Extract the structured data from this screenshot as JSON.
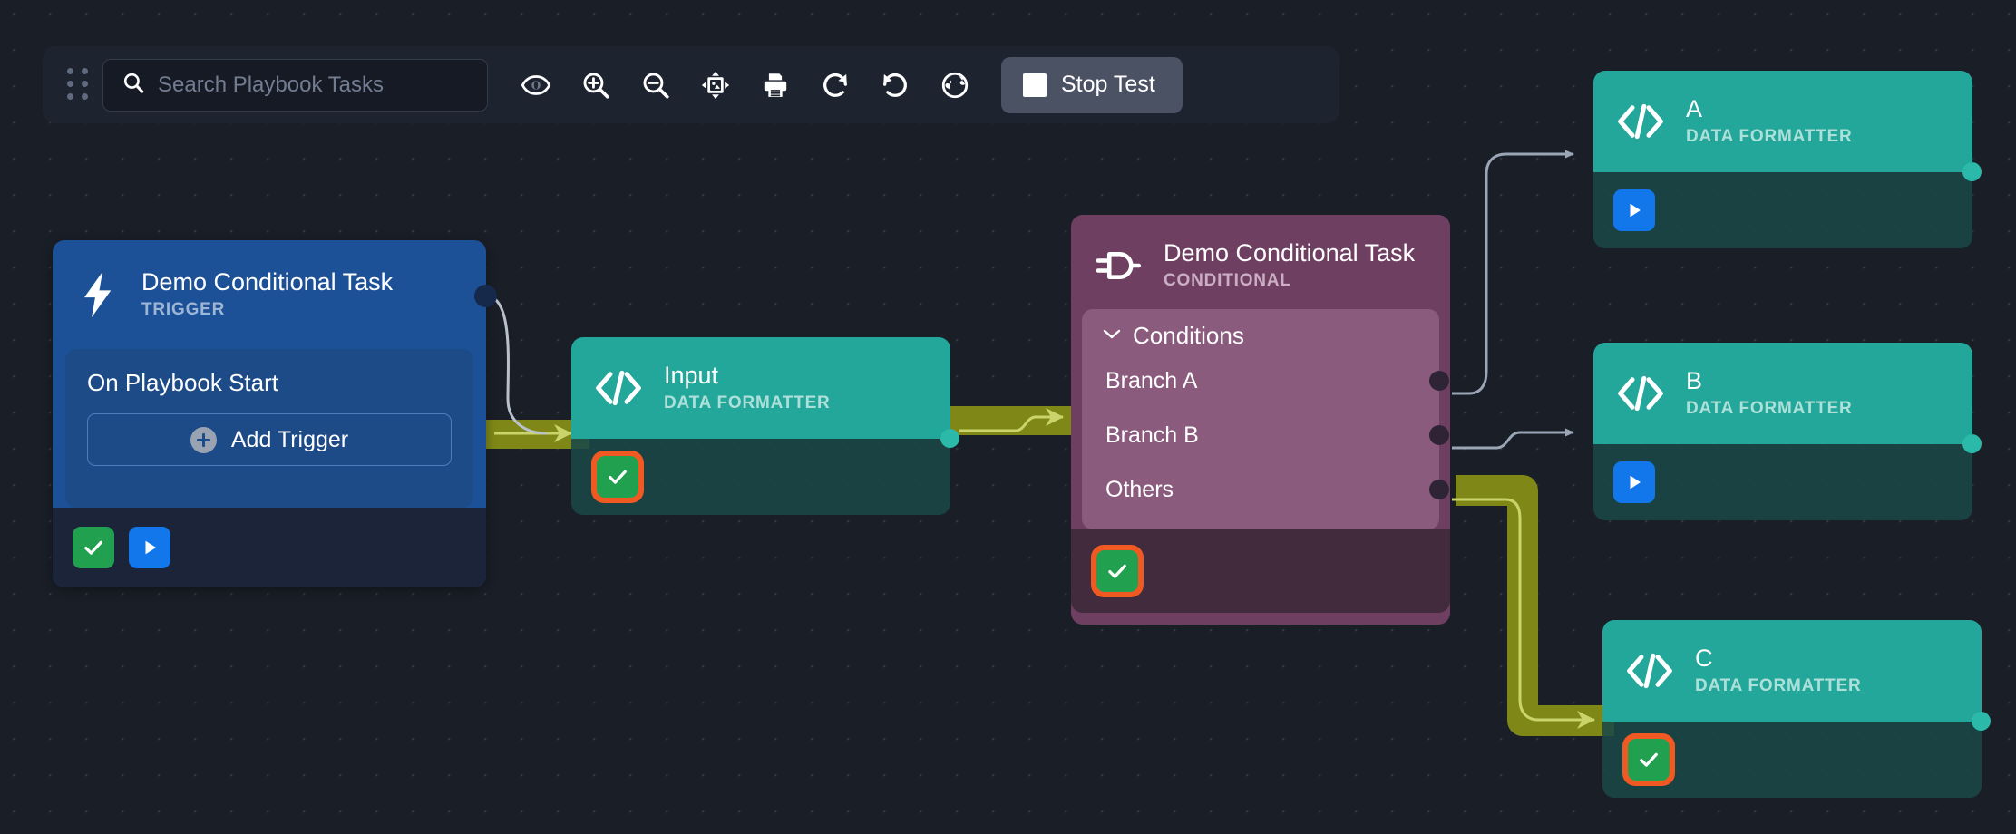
{
  "toolbar": {
    "drag_handle": "drag-handle",
    "search": {
      "placeholder": "Search Playbook Tasks",
      "value": ""
    },
    "buttons": [
      {
        "name": "visibility-icon",
        "label": "Toggle Visibility"
      },
      {
        "name": "zoom-in-icon",
        "label": "Zoom In"
      },
      {
        "name": "zoom-out-icon",
        "label": "Zoom Out"
      },
      {
        "name": "fit-to-screen-icon",
        "label": "Fit To Screen"
      },
      {
        "name": "print-icon",
        "label": "Print"
      },
      {
        "name": "redo-icon",
        "label": "Redo"
      },
      {
        "name": "undo-icon",
        "label": "Undo"
      },
      {
        "name": "globe-icon",
        "label": "Globe"
      }
    ],
    "stop_test_label": "Stop Test"
  },
  "nodes": {
    "trigger": {
      "title": "Demo Conditional Task",
      "subtitle": "TRIGGER",
      "body_label": "On Playbook Start",
      "add_trigger_label": "Add Trigger",
      "icon": "lightning-bolt-icon",
      "color": "#1d5197"
    },
    "input": {
      "title": "Input",
      "subtitle": "DATA FORMATTER",
      "icon": "code-brackets-icon",
      "color": "#22a79a",
      "status": "success"
    },
    "conditional": {
      "title": "Demo Conditional Task",
      "subtitle": "CONDITIONAL",
      "icon": "logic-gate-icon",
      "color": "#6f3f62",
      "conditions_label": "Conditions",
      "branches": [
        {
          "label": "Branch A"
        },
        {
          "label": "Branch B"
        },
        {
          "label": "Others"
        }
      ],
      "status": "success"
    },
    "a": {
      "title": "A",
      "subtitle": "DATA FORMATTER",
      "icon": "code-brackets-icon",
      "color": "#22a79a",
      "status": "idle"
    },
    "b": {
      "title": "B",
      "subtitle": "DATA FORMATTER",
      "icon": "code-brackets-icon",
      "color": "#22a79a",
      "status": "idle"
    },
    "c": {
      "title": "C",
      "subtitle": "DATA FORMATTER",
      "icon": "code-brackets-icon",
      "color": "#22a79a",
      "status": "success"
    }
  },
  "colors": {
    "canvas_bg": "#1a1e27",
    "toolbar_bg": "#1e2330",
    "accent_blue": "#1277eb",
    "success_green": "#21a150",
    "selection_orange": "#f05a22",
    "active_edge": "#878a18",
    "idle_edge": "#9aa5b5",
    "teal": "#22a79a",
    "purple": "#6f3f62"
  }
}
